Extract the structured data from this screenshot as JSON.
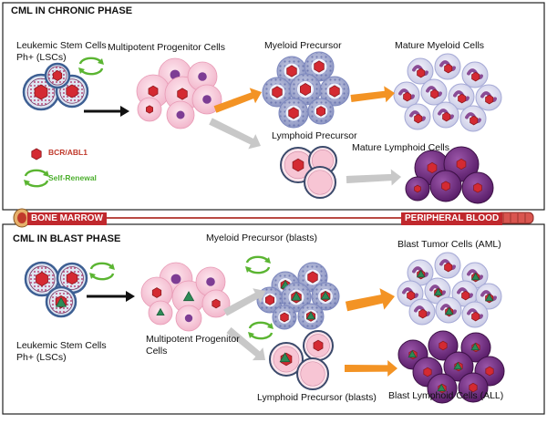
{
  "chronic": {
    "title": "CML IN CHRONIC PHASE",
    "lsc_label_1": "Leukemic Stem Cells",
    "lsc_label_2": "Ph+ (LSCs)",
    "multipotent_label": "Multipotent Progenitor Cells",
    "myeloid_precursor": "Myeloid Precursor",
    "mature_myeloid": "Mature Myeloid Cells",
    "lymphoid_precursor": "Lymphoid Precursor",
    "mature_lymphoid": "Mature Lymphoid Cells"
  },
  "legend": {
    "bcr_abl": "BCR/ABL1",
    "self_renewal": "Self-Renewal"
  },
  "divider": {
    "bone_marrow": "BONE MARROW",
    "peripheral_blood": "PERIPHERAL BLOOD"
  },
  "blast": {
    "title": "CML IN BLAST PHASE",
    "myeloid_precursor": "Myeloid Precursor (blasts)",
    "blast_tumor": "Blast Tumor Cells (AML)",
    "lsc_label_1": "Leukemic Stem Cells",
    "lsc_label_2": "Ph+ (LSCs)",
    "multipotent_label_1": "Multipotent Progenitor",
    "multipotent_label_2": "Cells",
    "lymphoid_precursor": "Lymphoid Precursor (blasts)",
    "blast_lymphoid": "Blast Lymphoid Cells (ALL)"
  },
  "colors": {
    "red": "#d42a32",
    "green": "#2e8b57",
    "orange": "#f39324",
    "grey_arrow": "#c8c8c8",
    "pink": "#f7cbd9",
    "purple": "#6d2c7d",
    "stem_blue": "#5b7fb8"
  }
}
